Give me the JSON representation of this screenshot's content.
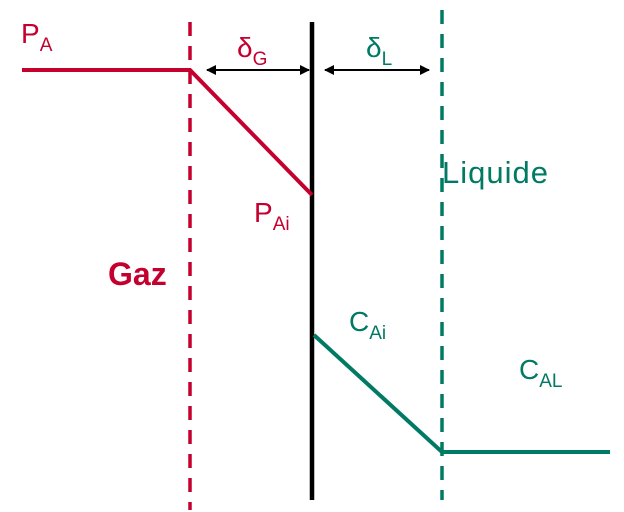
{
  "colors": {
    "gas": "#C4002F",
    "liquid": "#007A63",
    "interface": "#000000"
  },
  "labels": {
    "pa_main": "P",
    "pa_sub": "A",
    "pai_main": "P",
    "pai_sub": "Ai",
    "gas": "Gaz",
    "liquid": "Liquide",
    "delta_g_main": "δ",
    "delta_g_sub": "G",
    "delta_l_main": "δ",
    "delta_l_sub": "L",
    "cai_main": "C",
    "cai_sub": "Ai",
    "cal_main": "C",
    "cal_sub": "AL"
  }
}
